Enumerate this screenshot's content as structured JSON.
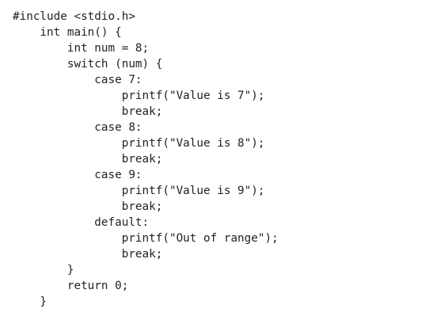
{
  "code": {
    "lines": [
      "#include <stdio.h>",
      "    int main() {",
      "        int num = 8;",
      "        switch (num) {",
      "            case 7:",
      "                printf(\"Value is 7\");",
      "                break;",
      "            case 8:",
      "                printf(\"Value is 8\");",
      "                break;",
      "            case 9:",
      "                printf(\"Value is 9\");",
      "                break;",
      "            default:",
      "                printf(\"Out of range\");",
      "                break;",
      "        }",
      "        return 0;",
      "    }"
    ]
  }
}
